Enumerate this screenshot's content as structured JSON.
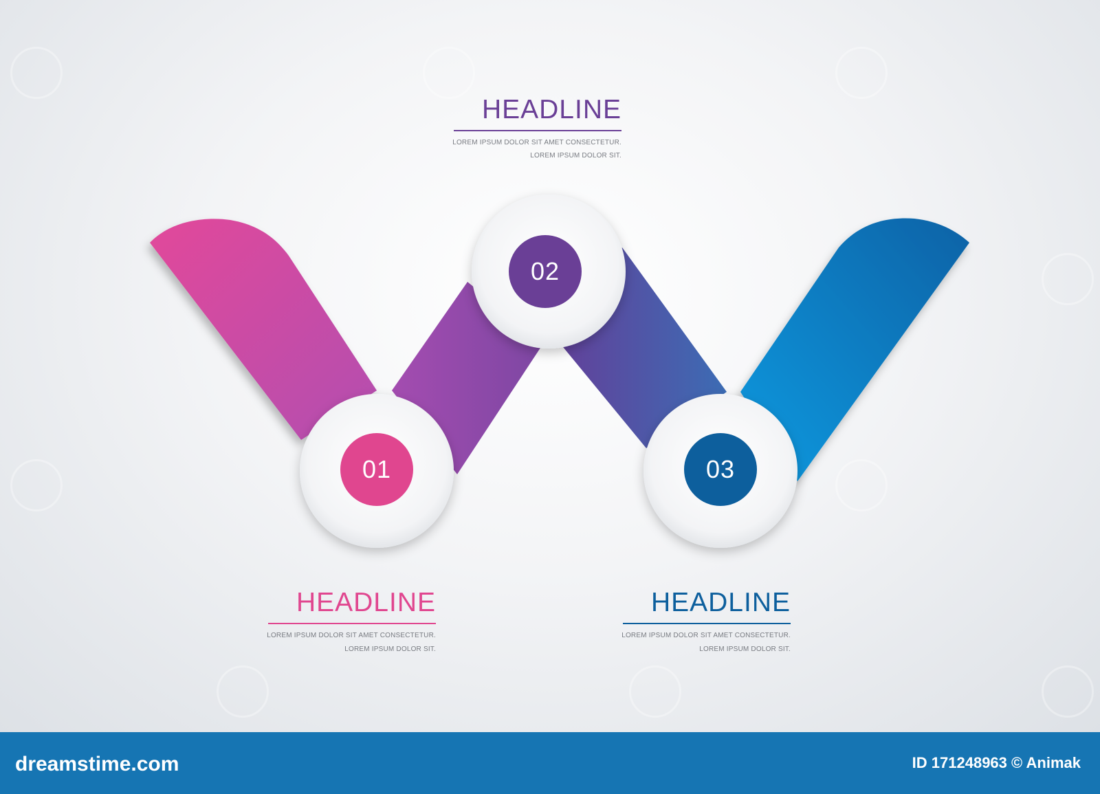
{
  "steps": [
    {
      "number": "01",
      "headline": "HEADLINE",
      "line1": "LOREM IPSUM DOLOR SIT AMET CONSECTETUR.",
      "line2": "LOREM IPSUM DOLOR SIT.",
      "color": "#e0468f"
    },
    {
      "number": "02",
      "headline": "HEADLINE",
      "line1": "LOREM IPSUM DOLOR SIT AMET CONSECTETUR.",
      "line2": "LOREM IPSUM DOLOR SIT.",
      "color": "#6a3f96"
    },
    {
      "number": "03",
      "headline": "HEADLINE",
      "line1": "LOREM IPSUM DOLOR SIT AMET CONSECTETUR.",
      "line2": "LOREM IPSUM DOLOR SIT.",
      "color": "#0d5f9d"
    }
  ],
  "colors": {
    "pink": "#e0468f",
    "purple": "#8e4aa8",
    "violet": "#5b4a9e",
    "blue": "#0a95d8",
    "footer": "#1675b3"
  },
  "footer": {
    "brand": "dreamstime.com",
    "image_id": "ID 171248963 © Animak"
  }
}
